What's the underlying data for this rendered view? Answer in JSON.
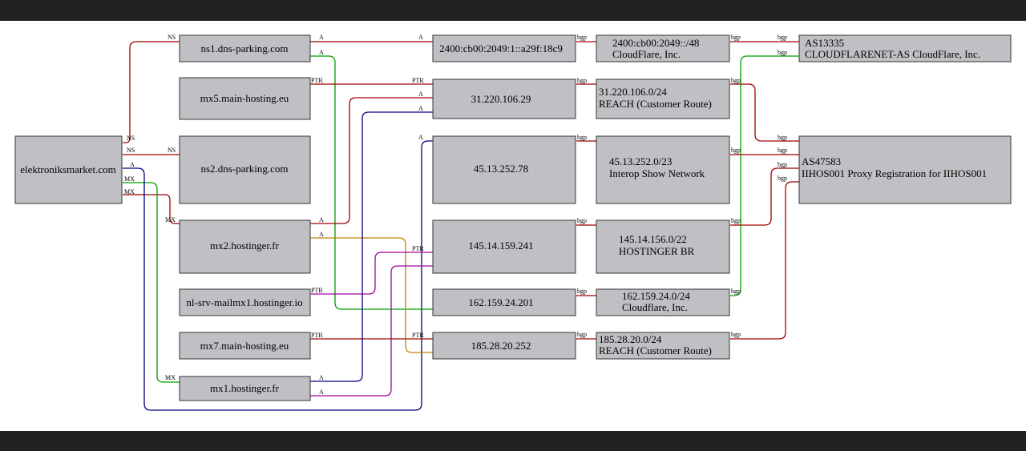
{
  "nodes": {
    "domain": "elektroniksmarket.com",
    "ns1": "ns1.dns-parking.com",
    "mx5": "mx5.main-hosting.eu",
    "ns2": "ns2.dns-parking.com",
    "mx2": "mx2.hostinger.fr",
    "nlsrv": "nl-srv-mailmx1.hostinger.io",
    "mx7": "mx7.main-hosting.eu",
    "mx1": "mx1.hostinger.fr",
    "ip6": "2400:cb00:2049:1::a29f:18c9",
    "ip_31": "31.220.106.29",
    "ip_45": "45.13.252.78",
    "ip_145": "145.14.159.241",
    "ip_162": "162.159.24.201",
    "ip_185": "185.28.20.252",
    "pfx6_a": "2400:cb00:2049::/48",
    "pfx6_b": "CloudFlare, Inc.",
    "pfx31_a": "31.220.106.0/24",
    "pfx31_b": "REACH (Customer Route)",
    "pfx45_a": "45.13.252.0/23",
    "pfx45_b": "Interop Show Network",
    "pfx145_a": "145.14.156.0/22",
    "pfx145_b": "HOSTINGER BR",
    "pfx162_a": "162.159.24.0/24",
    "pfx162_b": "Cloudflare, Inc.",
    "pfx185_a": "185.28.20.0/24",
    "pfx185_b": "REACH (Customer Route)",
    "as1_a": "AS13335",
    "as1_b": "CLOUDFLARENET-AS CloudFlare, Inc.",
    "as2_a": "AS47583",
    "as2_b": "IIHOS001 Proxy Registration for IIHOS001"
  },
  "edge_labels": {
    "ns": "NS",
    "a": "A",
    "mx": "MX",
    "ptr": "PTR",
    "bgp": "bgp"
  },
  "colors": {
    "red": "#a00000",
    "green": "#00a000",
    "blue": "#000080",
    "orange": "#c08000",
    "magenta": "#a000a0",
    "node_fill": "#c0bfc3"
  }
}
